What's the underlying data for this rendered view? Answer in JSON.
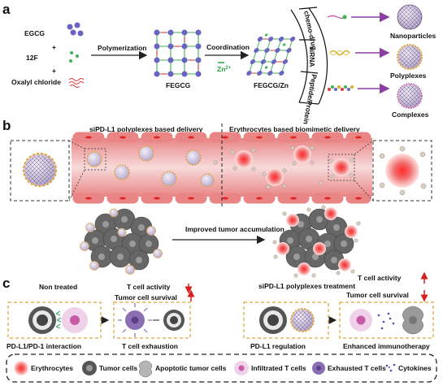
{
  "panels": {
    "a": "a",
    "b": "b",
    "c": "c"
  },
  "panel_a": {
    "reagents": [
      "EGCG",
      "12F",
      "Oxalyl chloride"
    ],
    "plus": "+",
    "step1": "Polymerization",
    "product1": "FEGCG",
    "step2": "Coordination",
    "zinc": "Zn",
    "zinc_sup": "2+",
    "product2": "FEGCG/Zn",
    "cargos": [
      "chemo-drug",
      "siRNA",
      "Peptide/Protein"
    ],
    "outputs": [
      "Nanoparticles",
      "Polyplexes",
      "Complexes"
    ]
  },
  "panel_b": {
    "left_title": "siPD-L1 polyplexes based delivery",
    "right_title": "Erythrocytes based biomimetic delivery",
    "tumor_caption": "Improved tumor accumulation"
  },
  "panel_c": {
    "left_title": "Non treated",
    "left_caption": "PD-L1/PD-1 interaction",
    "left_result": "T cell exhaustion",
    "right_title": "siPD-L1 polyplexes treatment",
    "right_caption": "PD-L1 regulation",
    "right_result": "Enhanced immunotherapy",
    "metric1": "T cell activity",
    "metric2": "Tumor cell survival"
  },
  "legend": [
    {
      "label": "Erythrocytes",
      "icon": "erythrocyte-icon"
    },
    {
      "label": "Tumor cells",
      "icon": "tumor-cell-icon"
    },
    {
      "label": "Apoptotic tumor cells",
      "icon": "apoptotic-cell-icon"
    },
    {
      "label": "Infiltrated T cells",
      "icon": "infiltrated-t-cell-icon"
    },
    {
      "label": "Exhausted T cells",
      "icon": "exhausted-t-cell-icon"
    },
    {
      "label": "Cytokines",
      "icon": "cytokine-icon"
    }
  ],
  "colors": {
    "egcg_purple": "#6b63c4",
    "f12_green": "#3fb34f",
    "oxalyl_red": "#e0393c",
    "zinc_green": "#2f9e44",
    "vessel_red": "#e98585",
    "rbc_red": "#e02424",
    "tumor_gray": "#5f5f5f",
    "tcell_pink": "#e6b6dd",
    "exhausted_purple": "#8b6fb3",
    "up_arrow": "#d91f1f",
    "output_arrow": "#8b3fa0",
    "box_dash": "#e0a437"
  }
}
